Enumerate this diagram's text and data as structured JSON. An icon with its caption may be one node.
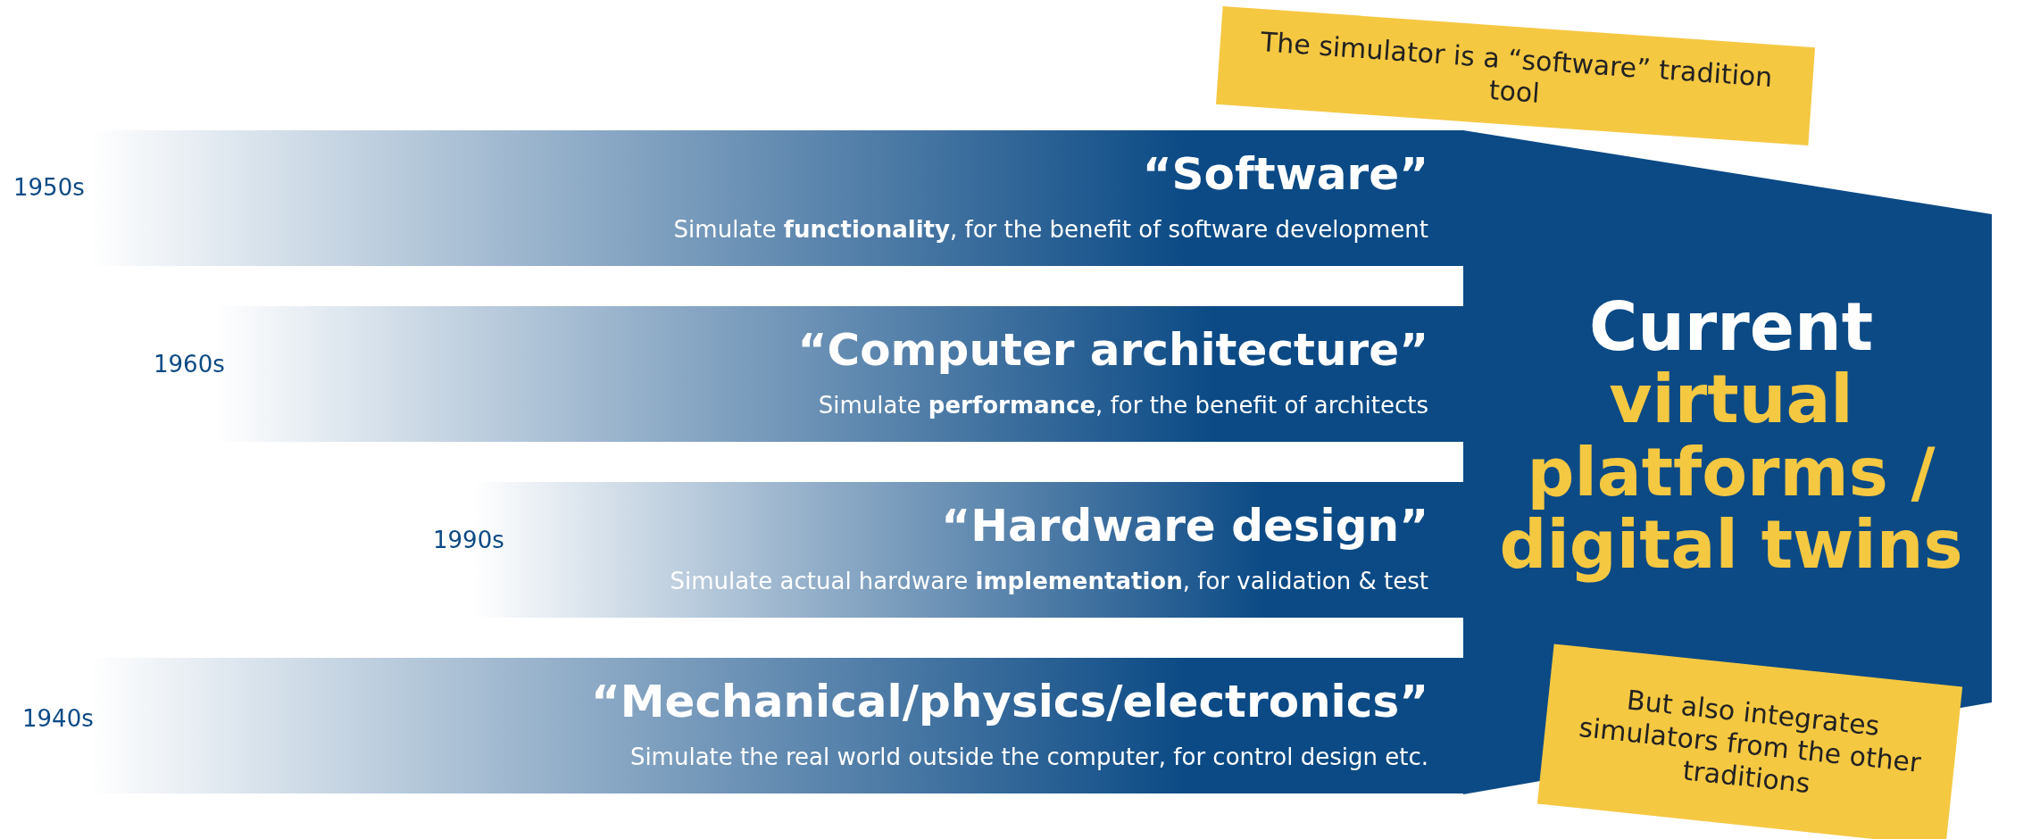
{
  "diagram": {
    "nodes": [
      {
        "text": [
          "“Software”",
          "Simulate **functionality**, for the benefit of software development"
        ]
      },
      {
        "text": [
          "“Computer architecture”",
          "Simulate **performance**, for the benefit of architects"
        ]
      },
      {
        "text": [
          "“Hardware design”",
          "Simulate actual hardware **implementation**, for validation & test"
        ]
      },
      {
        "text": [
          "“Mechanical/physics/electronics”",
          "Simulate the real world outside the computer, for control design etc."
        ]
      },
      {
        "text": [
          "Current",
          "virtual platforms / digital twins"
        ]
      },
      {
        "text": [
          "The simulator is a “software” tradition tool"
        ]
      },
      {
        "text": [
          "But also integrates simulators from the other traditions"
        ]
      }
    ],
    "labels": [
      "1950s",
      "1960s",
      "1990s",
      "1940s"
    ]
  }
}
